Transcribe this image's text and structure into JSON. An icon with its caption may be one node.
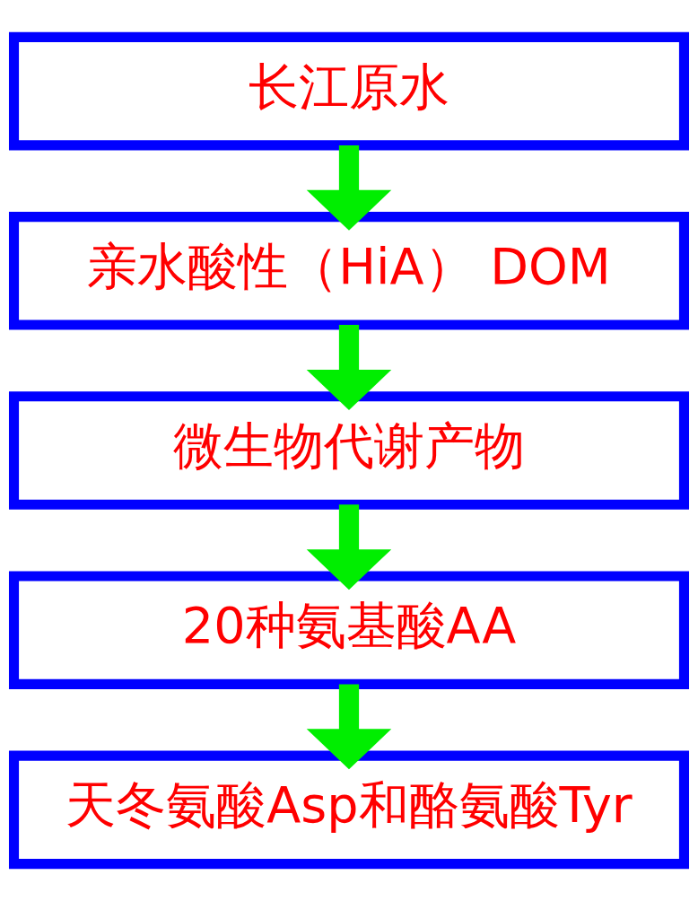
{
  "diagram": {
    "nodes": [
      {
        "text": [
          "长江原水"
        ]
      },
      {
        "text": [
          "亲水酸性（HiA） DOM"
        ]
      },
      {
        "text": [
          "微生物代谢产物"
        ]
      },
      {
        "text": [
          "20种氨基酸AA"
        ]
      },
      {
        "text": [
          "天冬氨酸Asp和酪氨酸Tyr"
        ]
      }
    ],
    "edges": [
      {
        "from": 0,
        "to": 1,
        "arrow": "to"
      },
      {
        "from": 1,
        "to": 2,
        "arrow": "to"
      },
      {
        "from": 2,
        "to": 3,
        "arrow": "to"
      },
      {
        "from": 3,
        "to": 4,
        "arrow": "to"
      }
    ]
  }
}
